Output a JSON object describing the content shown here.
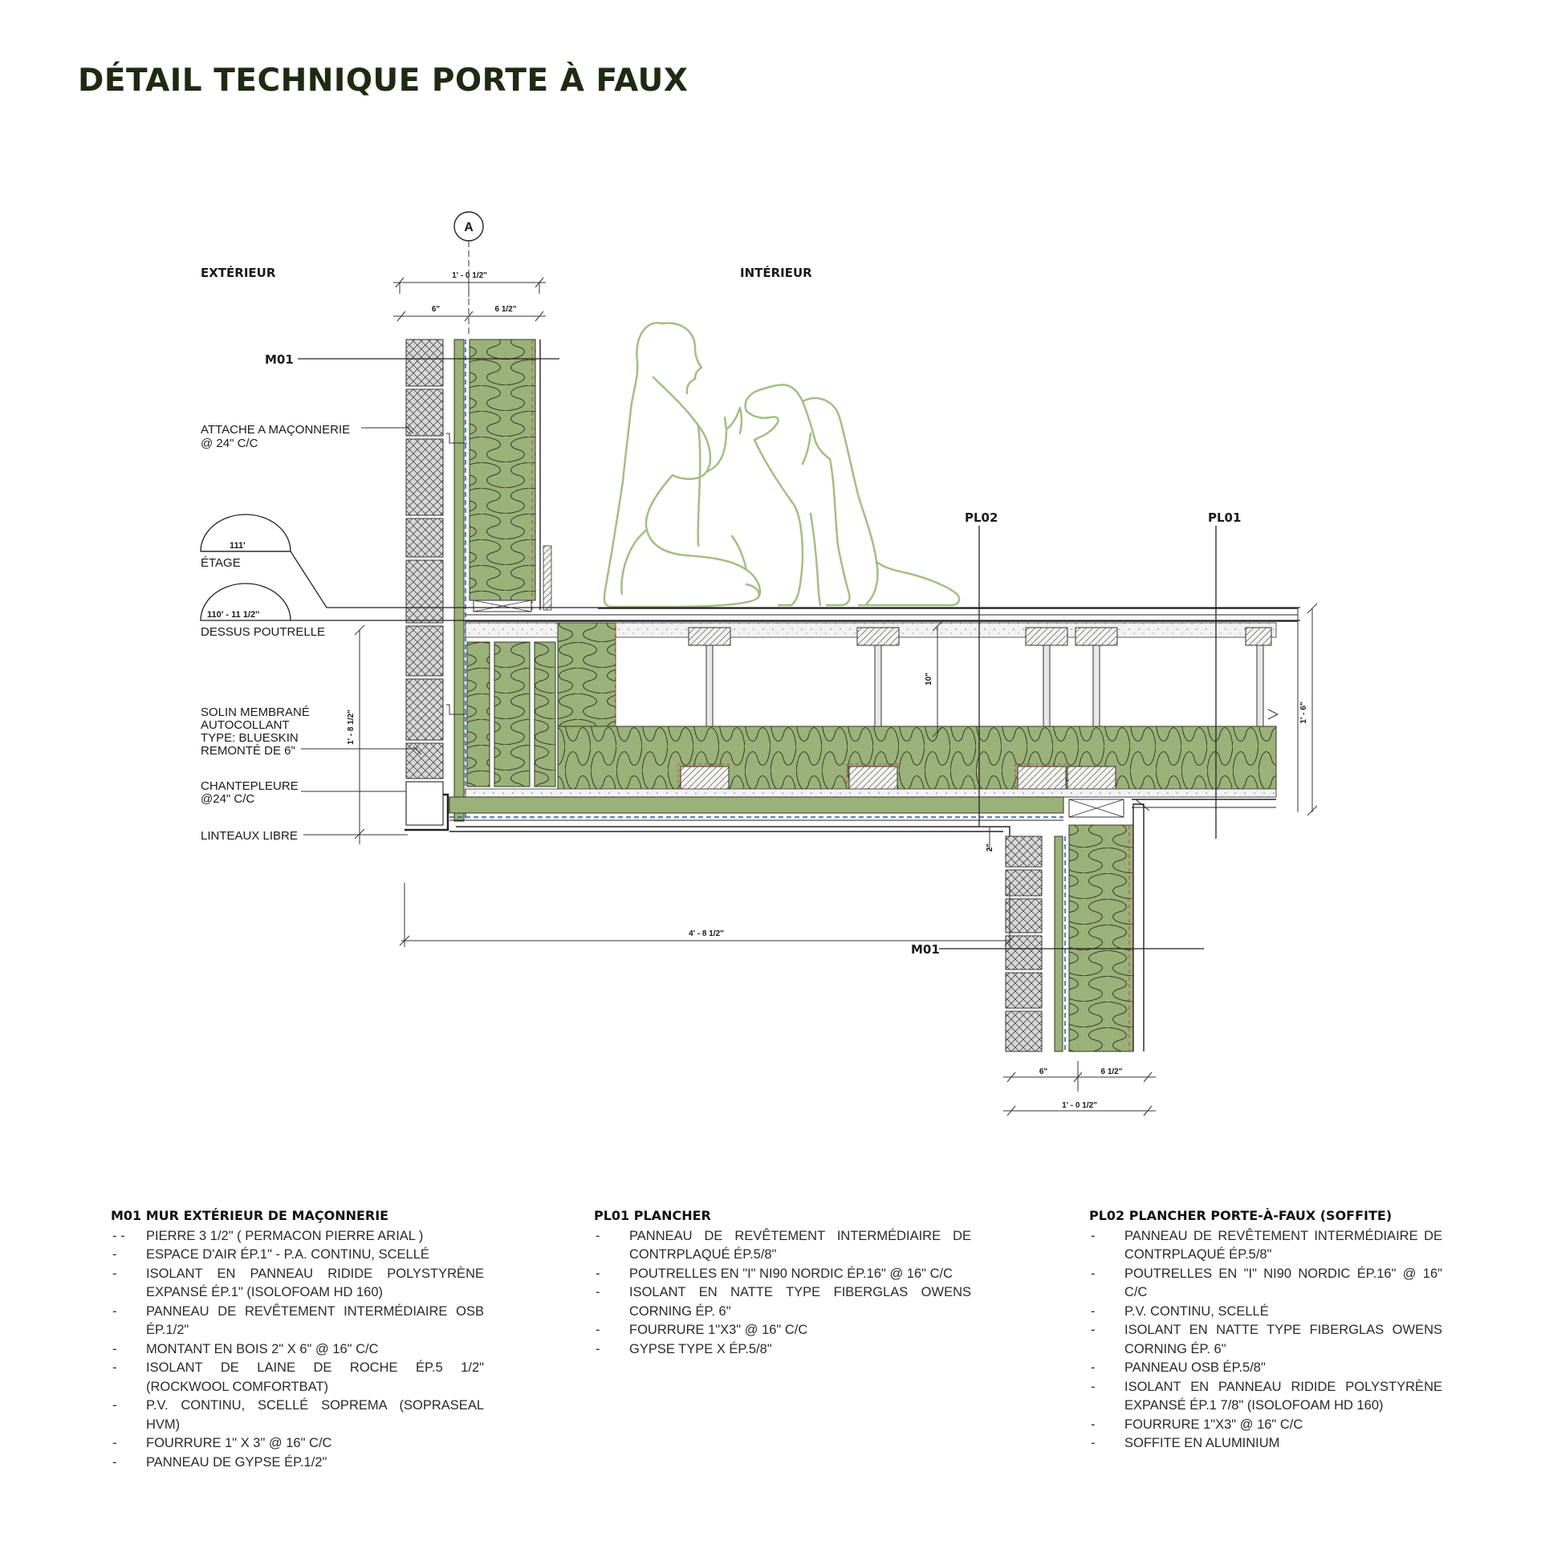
{
  "title": "DÉTAIL TECHNIQUE PORTE À FAUX",
  "colors": {
    "insulation": "#9bb17a",
    "figure_line": "#a3bf84",
    "title": "#1e2a12",
    "membrane": "#d23b3b"
  },
  "drawing": {
    "grid_bubble": "A",
    "exterior_label": "EXTÉRIEUR",
    "interior_label": "INTÉRIEUR",
    "dims": {
      "top_total": "1' - 0 1/2\"",
      "top_left": "6\"",
      "top_right": "6 1/2\"",
      "joist_depth": "10\"",
      "floor_total": "1' - 6\"",
      "wall_height": "1' - 8 1/2\"",
      "soffit_gap": "2\"",
      "cantilever": "4' - 8 1/2\"",
      "bottom_left": "6\"",
      "bottom_right": "6 1/2\"",
      "bottom_total": "1' - 0 1/2\""
    },
    "tags": {
      "m01_top": "M01",
      "m01_bottom": "M01",
      "pl02": "PL02",
      "pl01": "PL01"
    },
    "levels": {
      "etage_value": "111'",
      "etage_label": "ÉTAGE",
      "poutrelle_value": "110' - 11 1/2''",
      "poutrelle_label": "DESSUS POUTRELLE"
    },
    "notes": {
      "attache_1": "ATTACHE A MAÇONNERIE",
      "attache_2": "@ 24\" C/C",
      "solin_1": "SOLIN MEMBRANÉ",
      "solin_2": "AUTOCOLLANT",
      "solin_3": "TYPE: BLUESKIN",
      "solin_4": "REMONTÉ DE 6\"",
      "chante_1": "CHANTEPLEURE",
      "chante_2": "@24\" C/C",
      "linteaux": "LINTEAUX LIBRE"
    }
  },
  "legend": {
    "m01": {
      "heading": "M01 MUR EXTÉRIEUR DE MAÇONNERIE",
      "items": [
        {
          "dash": "- -",
          "text": "PIERRE 3 1/2\" ( PERMACON PIERRE ARIAL )"
        },
        {
          "dash": "-",
          "text": "ESPACE D'AIR ÉP.1\" - P.A. CONTINU, SCELLÉ"
        },
        {
          "dash": "-",
          "text": "ISOLANT EN PANNEAU RIDIDE POLYSTYRÈNE EXPANSÉ ÉP.1\" (ISOLOFOAM HD 160)"
        },
        {
          "dash": "-",
          "text": "PANNEAU DE REVÊTEMENT INTERMÉDIAIRE OSB ÉP.1/2\""
        },
        {
          "dash": "-",
          "text": "MONTANT EN BOIS 2\" X 6\" @ 16\" C/C"
        },
        {
          "dash": "-",
          "text": "ISOLANT DE LAINE DE ROCHE ÉP.5 1/2\" (ROCKWOOL COMFORTBAT)"
        },
        {
          "dash": "-",
          "text": "P.V. CONTINU, SCELLÉ SOPREMA (SOPRASEAL HVM)"
        },
        {
          "dash": "-",
          "text": "FOURRURE 1\" X 3\" @ 16\" C/C"
        },
        {
          "dash": "-",
          "text": "PANNEAU DE GYPSE ÉP.1/2\""
        }
      ]
    },
    "pl01": {
      "heading": "PL01 PLANCHER",
      "items": [
        {
          "dash": "-",
          "text": "PANNEAU DE REVÊTEMENT INTERMÉDIAIRE DE CONTRPLAQUÉ ÉP.5/8\""
        },
        {
          "dash": "-",
          "text": "POUTRELLES EN \"I\" NI90 NORDIC ÉP.16\" @ 16\" C/C"
        },
        {
          "dash": "-",
          "text": "ISOLANT EN NATTE TYPE FIBERGLAS OWENS CORNING ÉP. 6\""
        },
        {
          "dash": "-",
          "text": "FOURRURE 1\"X3\" @ 16\" C/C"
        },
        {
          "dash": "-",
          "text": "GYPSE TYPE X ÉP.5/8\""
        }
      ]
    },
    "pl02": {
      "heading": "PL02 PLANCHER PORTE-À-FAUX (SOFFITE)",
      "items": [
        {
          "dash": "-",
          "text": "PANNEAU DE REVÊTEMENT INTERMÉDIAIRE DE CONTRPLAQUÉ ÉP.5/8\""
        },
        {
          "dash": "-",
          "text": "POUTRELLES EN \"I\" NI90 NORDIC ÉP.16\" @ 16\" C/C"
        },
        {
          "dash": "-",
          "text": "P.V. CONTINU, SCELLÉ"
        },
        {
          "dash": "-",
          "text": "ISOLANT EN NATTE TYPE FIBERGLAS OWENS CORNING ÉP. 6\""
        },
        {
          "dash": "-",
          "text": "PANNEAU OSB ÉP.5/8\""
        },
        {
          "dash": "-",
          "text": "ISOLANT EN PANNEAU RIDIDE POLYSTYRÈNE EXPANSÉ ÉP.1 7/8\" (ISOLOFOAM HD 160)"
        },
        {
          "dash": "-",
          "text": "FOURRURE 1\"X3\" @ 16\" C/C"
        },
        {
          "dash": "-",
          "text": "SOFFITE EN ALUMINIUM"
        }
      ]
    }
  }
}
